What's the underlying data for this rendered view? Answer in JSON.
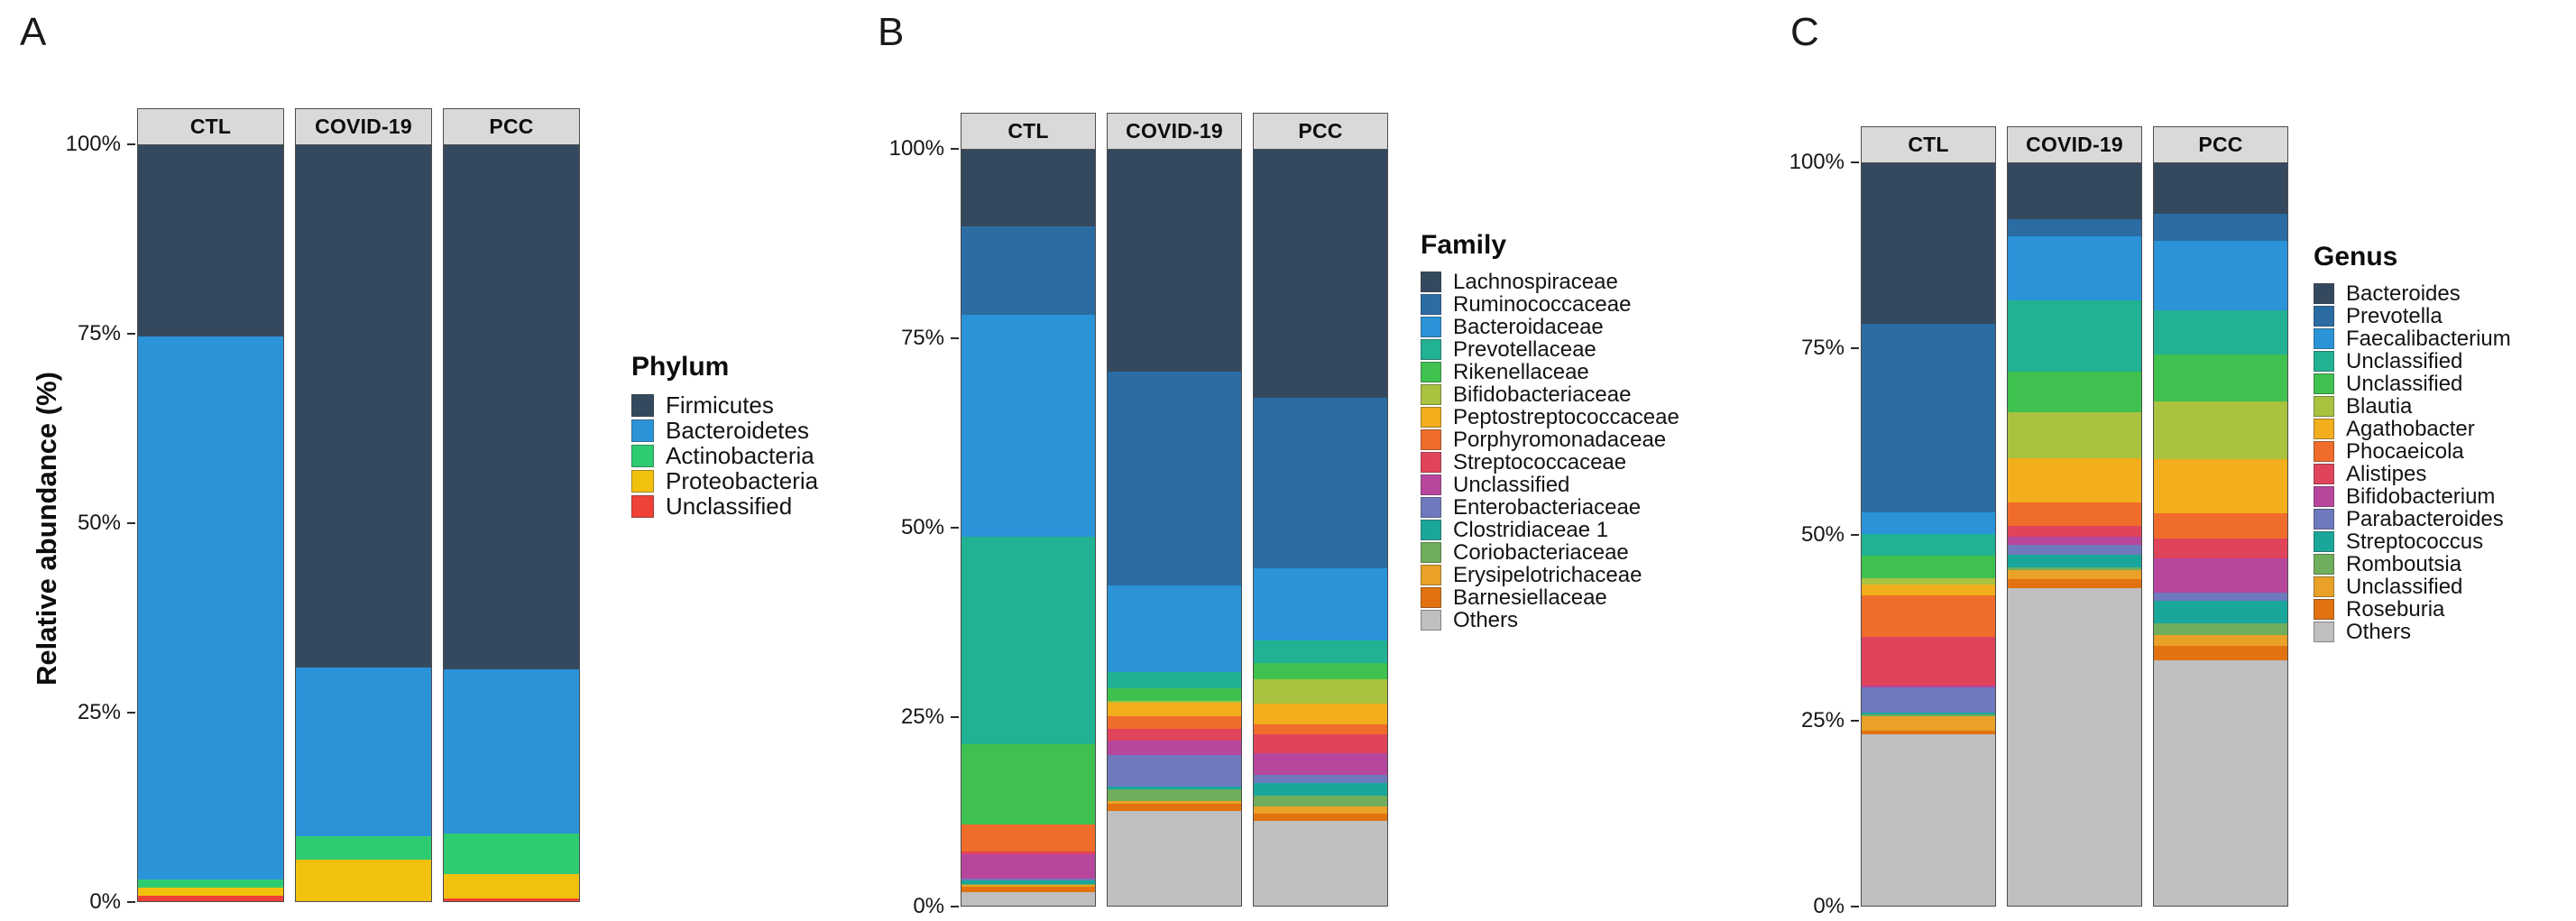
{
  "figure": {
    "y_axis_title": "Relative abundance (%)",
    "y_ticks": [
      "100%",
      "75%",
      "50%",
      "25%",
      "0%"
    ],
    "groups": [
      "CTL",
      "COVID-19",
      "PCC"
    ]
  },
  "panels": [
    {
      "letter": "A",
      "legend_title": "Phylum"
    },
    {
      "letter": "B",
      "legend_title": "Family"
    },
    {
      "letter": "C",
      "legend_title": "Genus"
    }
  ],
  "chart_data": [
    {
      "type": "bar",
      "panel": "A",
      "title": "Phylum",
      "xlabel": "",
      "ylabel": "Relative abundance (%)",
      "ylim": [
        0,
        100
      ],
      "grid": false,
      "legend_position": "right",
      "stacked": true,
      "normalized_percent": true,
      "categories": [
        "CTL",
        "COVID-19",
        "PCC"
      ],
      "series": [
        {
          "name": "Firmicutes",
          "color": "#35495e",
          "values": [
            25.3,
            69.1,
            69.3
          ]
        },
        {
          "name": "Bacteroidetes",
          "color": "#2b93d8",
          "values": [
            71.8,
            22.3,
            21.7
          ]
        },
        {
          "name": "Actinobacteria",
          "color": "#2ecc71",
          "values": [
            1.1,
            3.1,
            5.4
          ]
        },
        {
          "name": "Proteobacteria",
          "color": "#f2c10e",
          "values": [
            1.1,
            5.5,
            3.2
          ]
        },
        {
          "name": "Unclassified",
          "color": "#ef4136",
          "values": [
            0.7,
            0.0,
            0.4
          ]
        }
      ]
    },
    {
      "type": "bar",
      "panel": "B",
      "title": "Family",
      "xlabel": "",
      "ylabel": "Relative abundance (%)",
      "ylim": [
        0,
        100
      ],
      "grid": false,
      "legend_position": "right",
      "stacked": true,
      "normalized_percent": true,
      "categories": [
        "CTL",
        "COVID-19",
        "PCC"
      ],
      "series": [
        {
          "name": "Lachnospiraceae",
          "color": "#35495e",
          "values": [
            10.2,
            29.4,
            32.8
          ]
        },
        {
          "name": "Ruminococcaceae",
          "color": "#2b6ca3",
          "values": [
            11.8,
            28.2,
            22.6
          ]
        },
        {
          "name": "Bacteroidaceae",
          "color": "#2b93d8",
          "values": [
            29.6,
            11.5,
            9.5
          ]
        },
        {
          "name": "Prevotellaceae",
          "color": "#21b193",
          "values": [
            27.6,
            2.2,
            3.0
          ]
        },
        {
          "name": "Rikenellaceae",
          "color": "#3fc14f",
          "values": [
            10.7,
            1.6,
            2.2
          ]
        },
        {
          "name": "Bifidobacteriaceae",
          "color": "#a9c23f",
          "values": [
            0.0,
            0.3,
            3.2
          ]
        },
        {
          "name": "Peptostreptococcaceae",
          "color": "#f2ae1c",
          "values": [
            0.0,
            1.7,
            2.7
          ]
        },
        {
          "name": "Porphyromonadaceae",
          "color": "#f06c2b",
          "values": [
            3.6,
            1.7,
            1.3
          ]
        },
        {
          "name": "Streptococcaceae",
          "color": "#e0445b",
          "values": [
            0.3,
            1.6,
            2.5
          ]
        },
        {
          "name": "Unclassified",
          "color": "#b7469d",
          "values": [
            3.3,
            1.9,
            2.9
          ]
        },
        {
          "name": "Enterobacteriaceae",
          "color": "#6f79bd",
          "values": [
            0.2,
            4.2,
            1.1
          ]
        },
        {
          "name": "Clostridiaceae 1",
          "color": "#1aa79b",
          "values": [
            0.5,
            0.3,
            1.7
          ]
        },
        {
          "name": "Coriobacteriaceae",
          "color": "#6fae5c",
          "values": [
            0.2,
            1.6,
            1.4
          ]
        },
        {
          "name": "Erysipelotrichaceae",
          "color": "#e9a227",
          "values": [
            0.2,
            0.3,
            1.0
          ]
        },
        {
          "name": "Barnesiellaceae",
          "color": "#e2720f",
          "values": [
            0.7,
            1.0,
            0.9
          ]
        },
        {
          "name": "Others",
          "color": "#bfbfbf",
          "values": [
            1.8,
            12.5,
            11.2
          ]
        }
      ]
    },
    {
      "type": "bar",
      "panel": "C",
      "title": "Genus",
      "xlabel": "",
      "ylabel": "Relative abundance (%)",
      "ylim": [
        0,
        100
      ],
      "grid": false,
      "legend_position": "right",
      "stacked": true,
      "normalized_percent": true,
      "categories": [
        "CTL",
        "COVID-19",
        "PCC"
      ],
      "series": [
        {
          "name": "Bacteroides",
          "color": "#35495e",
          "values": [
            21.6,
            7.5,
            6.8
          ]
        },
        {
          "name": "Prevotella",
          "color": "#2b6ca3",
          "values": [
            25.4,
            2.3,
            3.7
          ]
        },
        {
          "name": "Faecalibacterium",
          "color": "#2b93d8",
          "values": [
            3.0,
            8.7,
            9.3
          ]
        },
        {
          "name": "Unclassified",
          "color": "#21b193",
          "values": [
            2.8,
            9.6,
            6.0
          ]
        },
        {
          "name": "Unclassified",
          "color": "#3fc14f",
          "values": [
            3.1,
            5.4,
            6.3
          ]
        },
        {
          "name": "Blautia",
          "color": "#a9c23f",
          "values": [
            0.9,
            6.2,
            7.7
          ]
        },
        {
          "name": "Agathobacter",
          "color": "#f2ae1c",
          "values": [
            1.4,
            6.0,
            7.4
          ]
        },
        {
          "name": "Phocaeicola",
          "color": "#f06c2b",
          "values": [
            5.6,
            3.1,
            3.4
          ]
        },
        {
          "name": "Alistipes",
          "color": "#e0445b",
          "values": [
            6.6,
            1.5,
            2.6
          ]
        },
        {
          "name": "Bifidobacterium",
          "color": "#b7469d",
          "values": [
            0.2,
            1.1,
            4.6
          ]
        },
        {
          "name": "Parabacteroides",
          "color": "#6f79bd",
          "values": [
            3.4,
            1.4,
            1.1
          ]
        },
        {
          "name": "Streptococcus",
          "color": "#1aa79b",
          "values": [
            0.3,
            1.7,
            3.1
          ]
        },
        {
          "name": "Romboutsia",
          "color": "#6fae5c",
          "values": [
            0.2,
            0.3,
            1.6
          ]
        },
        {
          "name": "Unclassified",
          "color": "#e9a227",
          "values": [
            1.9,
            1.2,
            1.4
          ]
        },
        {
          "name": "Roseburia",
          "color": "#e2720f",
          "values": [
            0.5,
            1.3,
            2.0
          ]
        },
        {
          "name": "Others",
          "color": "#bfbfbf",
          "values": [
            23.1,
            42.7,
            33.0
          ]
        }
      ]
    }
  ]
}
